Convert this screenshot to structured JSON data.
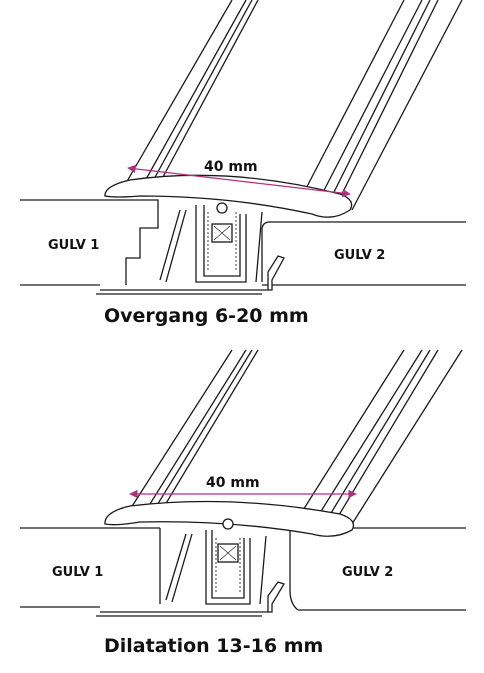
{
  "diagrams": [
    {
      "dimension_label": "40 mm",
      "floor_left_label": "GULV 1",
      "floor_right_label": "GULV 2",
      "caption": "Overgang 6-20 mm"
    },
    {
      "dimension_label": "40 mm",
      "floor_left_label": "GULV 1",
      "floor_right_label": "GULV 2",
      "caption": "Dilatation 13-16 mm"
    }
  ],
  "colors": {
    "line": "#1a1a1a",
    "dimension_arrow": "#b0307f",
    "background": "#ffffff"
  }
}
